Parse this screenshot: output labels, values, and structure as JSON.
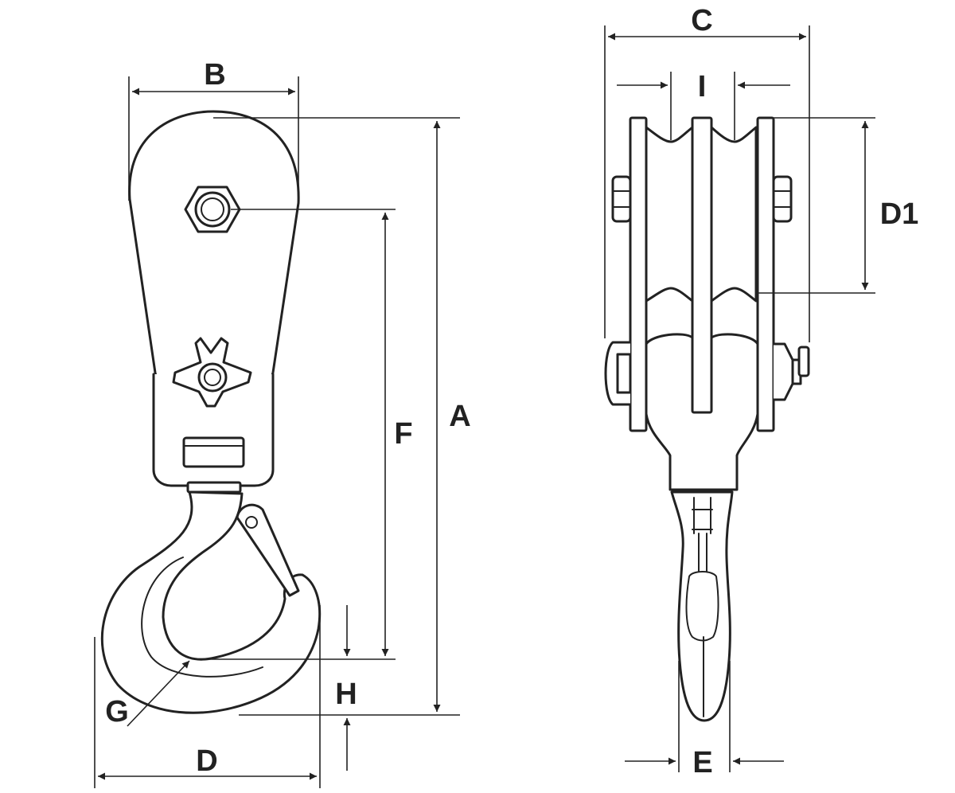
{
  "labels": {
    "A": "A",
    "B": "B",
    "C": "C",
    "D": "D",
    "D1": "D1",
    "E": "E",
    "F": "F",
    "G": "G",
    "H": "H",
    "I": "I"
  },
  "colors": {
    "line": "#222222",
    "background": "#ffffff"
  }
}
